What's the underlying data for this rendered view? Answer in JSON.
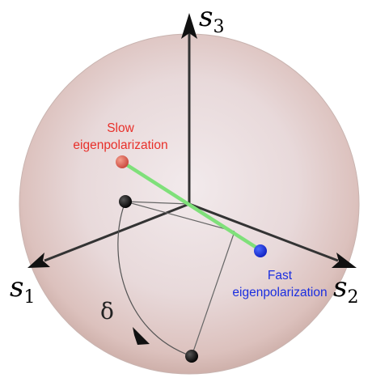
{
  "axes": {
    "s1": {
      "symbol": "s",
      "sub": "1"
    },
    "s2": {
      "symbol": "s",
      "sub": "2"
    },
    "s3": {
      "symbol": "s",
      "sub": "3"
    }
  },
  "labels": {
    "slow_line1": "Slow",
    "slow_line2": "eigenpolarization",
    "fast_line1": "Fast",
    "fast_line2": "eigenpolarization",
    "delta": "δ"
  },
  "colors": {
    "slow": "#e8302a",
    "fast": "#1a2ee0",
    "eigen_axis": "#7fe07a",
    "sphere_edge": "#b9a9a9"
  }
}
